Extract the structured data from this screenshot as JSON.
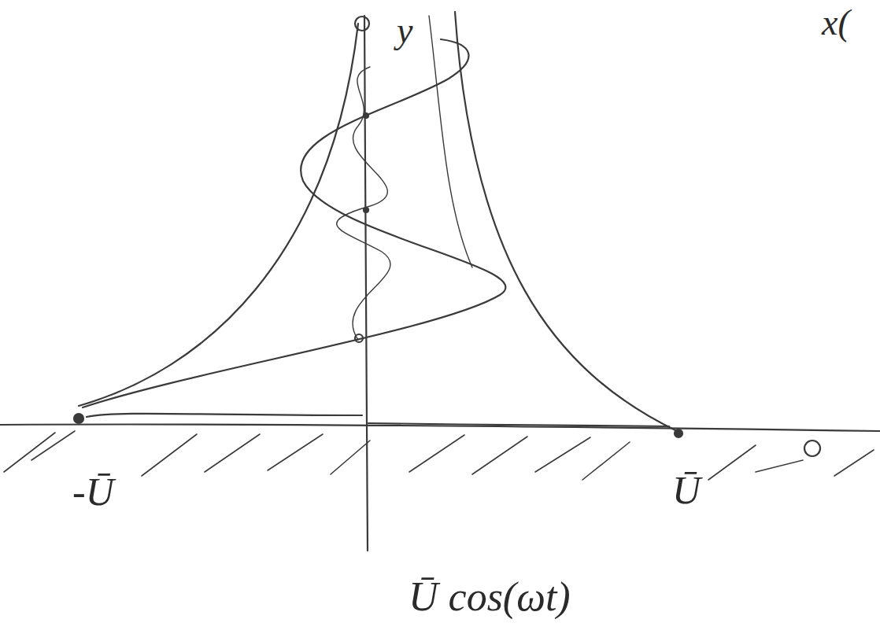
{
  "diagram": {
    "labels": [
      "y",
      "x(",
      "-Ū",
      "Ū",
      "Ū cos(ωt)"
    ]
  }
}
